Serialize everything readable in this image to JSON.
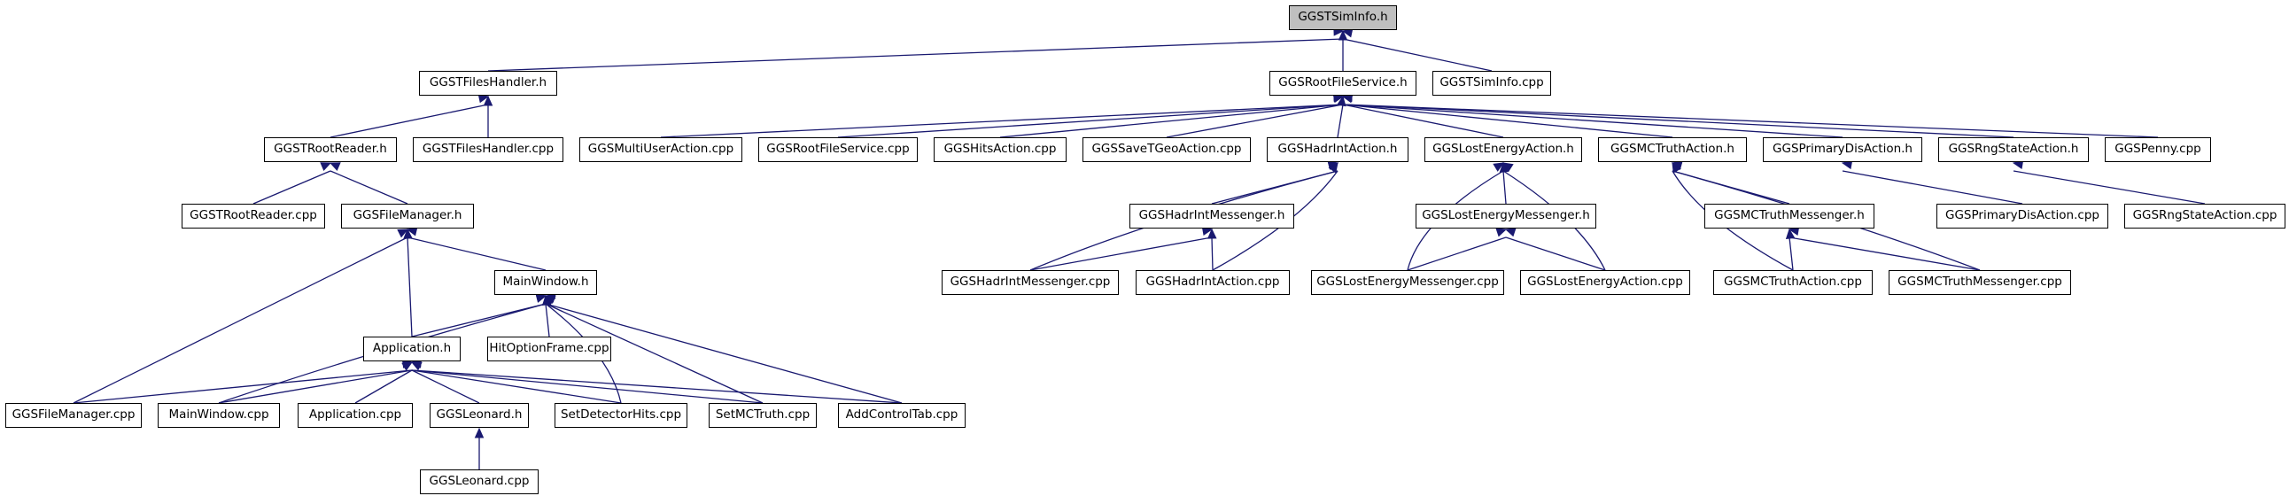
{
  "colors": {
    "edge": "#191970",
    "border": "#000000",
    "root_fill": "#bfbfbf",
    "node_fill": "#ffffff"
  },
  "nodes": {
    "GGSTSimInfo_h": "GGSTSimInfo.h",
    "GGSTFilesHandler_h": "GGSTFilesHandler.h",
    "GGSRootFileService_h": "GGSRootFileService.h",
    "GGSTSimInfo_cpp": "GGSTSimInfo.cpp",
    "GGSTRootReader_h": "GGSTRootReader.h",
    "GGSTFilesHandler_cpp": "GGSTFilesHandler.cpp",
    "GGSMultiUserAction_cpp": "GGSMultiUserAction.cpp",
    "GGSRootFileService_cpp": "GGSRootFileService.cpp",
    "GGSHitsAction_cpp": "GGSHitsAction.cpp",
    "GGSSaveTGeoAction_cpp": "GGSSaveTGeoAction.cpp",
    "GGSHadrIntAction_h": "GGSHadrIntAction.h",
    "GGSLostEnergyAction_h": "GGSLostEnergyAction.h",
    "GGSMCTruthAction_h": "GGSMCTruthAction.h",
    "GGSPrimaryDisAction_h": "GGSPrimaryDisAction.h",
    "GGSRngStateAction_h": "GGSRngStateAction.h",
    "GGSPenny_cpp": "GGSPenny.cpp",
    "GGSTRootReader_cpp": "GGSTRootReader.cpp",
    "GGSFileManager_h": "GGSFileManager.h",
    "GGSHadrIntMessenger_h": "GGSHadrIntMessenger.h",
    "GGSLostEnergyMessenger_h": "GGSLostEnergyMessenger.h",
    "GGSMCTruthMessenger_h": "GGSMCTruthMessenger.h",
    "GGSPrimaryDisAction_cpp": "GGSPrimaryDisAction.cpp",
    "GGSRngStateAction_cpp": "GGSRngStateAction.cpp",
    "MainWindow_h": "MainWindow.h",
    "GGSHadrIntMessenger_cpp": "GGSHadrIntMessenger.cpp",
    "GGSHadrIntAction_cpp": "GGSHadrIntAction.cpp",
    "GGSLostEnergyMessenger_cpp": "GGSLostEnergyMessenger.cpp",
    "GGSLostEnergyAction_cpp": "GGSLostEnergyAction.cpp",
    "GGSMCTruthAction_cpp": "GGSMCTruthAction.cpp",
    "GGSMCTruthMessenger_cpp": "GGSMCTruthMessenger.cpp",
    "Application_h": "Application.h",
    "HitOptionFrame_cpp": "HitOptionFrame.cpp",
    "GGSFileManager_cpp": "GGSFileManager.cpp",
    "MainWindow_cpp": "MainWindow.cpp",
    "Application_cpp": "Application.cpp",
    "GGSLeonard_h": "GGSLeonard.h",
    "SetDetectorHits_cpp": "SetDetectorHits.cpp",
    "SetMCTruth_cpp": "SetMCTruth.cpp",
    "AddControlTab_cpp": "AddControlTab.cpp",
    "GGSLeonard_cpp": "GGSLeonard.cpp"
  }
}
